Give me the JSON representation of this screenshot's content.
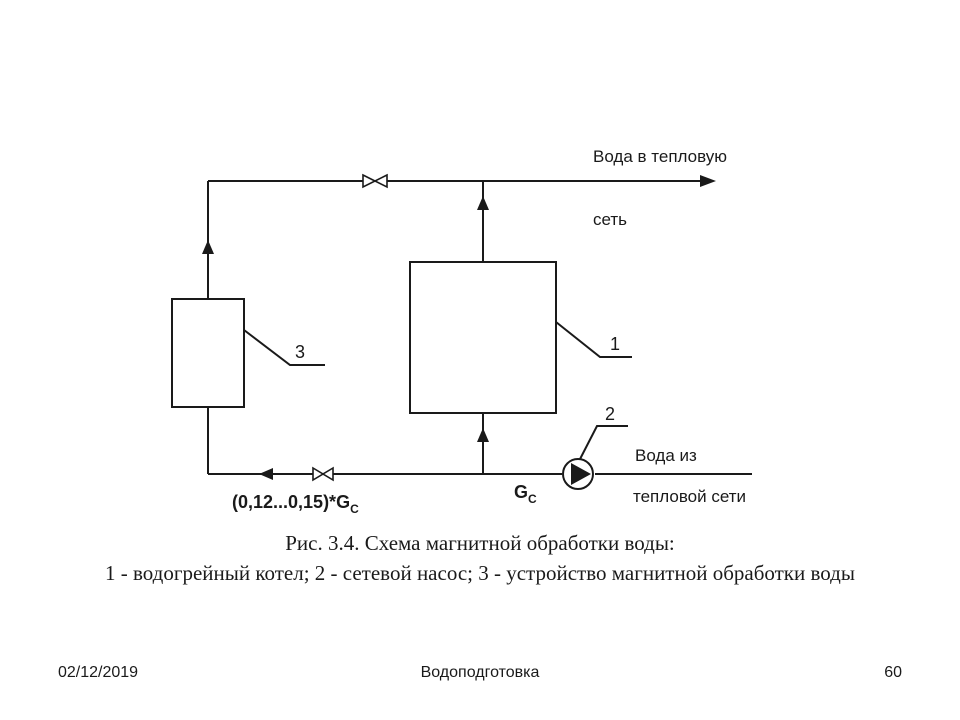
{
  "diagram": {
    "outlet_label_line1": "Вода в тепловую",
    "outlet_label_line2": "сеть",
    "inlet_label_line1": "Вода из",
    "inlet_label_line2": "тепловой сети",
    "callout_1": "1",
    "callout_2": "2",
    "callout_3": "3",
    "flow_label_main": "(0,12...0,15)*G",
    "flow_label_main_sub": "С",
    "flow_label_gc": "G",
    "flow_label_gc_sub": "С"
  },
  "caption": {
    "title": "Рис. 3.4. Схема магнитной обработки воды:",
    "legend": "1 - водогрейный котел; 2 - сетевой насос; 3 - устройство магнитной обработки воды"
  },
  "footer": {
    "date": "02/12/2019",
    "title": "Водоподготовка",
    "page": "60"
  }
}
